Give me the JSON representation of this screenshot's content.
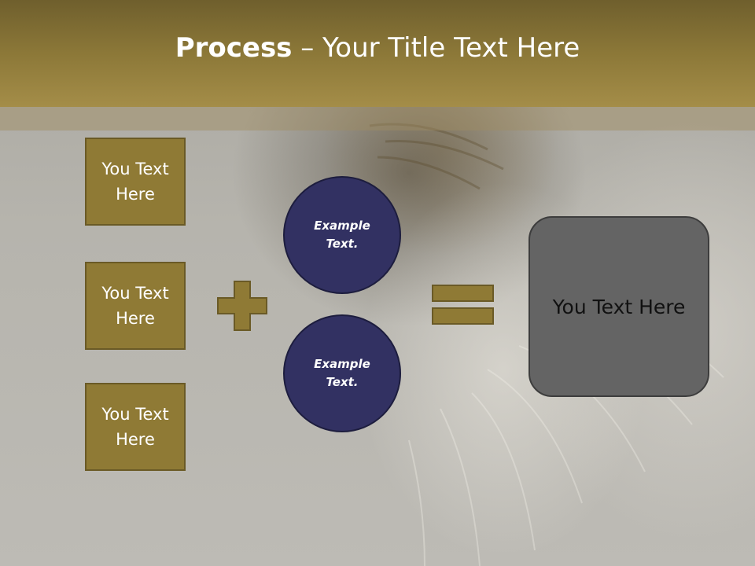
{
  "header": {
    "title_bold": "Process",
    "title_rest": " – Your Title Text Here"
  },
  "inputs": [
    {
      "label": "You Text Here"
    },
    {
      "label": "You Text Here"
    },
    {
      "label": "You Text Here"
    }
  ],
  "circles": [
    {
      "label": "Example Text."
    },
    {
      "label": "Example Text."
    }
  ],
  "result": {
    "label": "You Text Here"
  },
  "colors": {
    "header": "#8c7838",
    "box_fill": "#8f7a35",
    "circle_fill": "#323162",
    "result_fill": "#646464",
    "symbol_fill": "#8f7a35"
  },
  "icons": {
    "operator": "plus-icon",
    "result": "equals-icon"
  }
}
